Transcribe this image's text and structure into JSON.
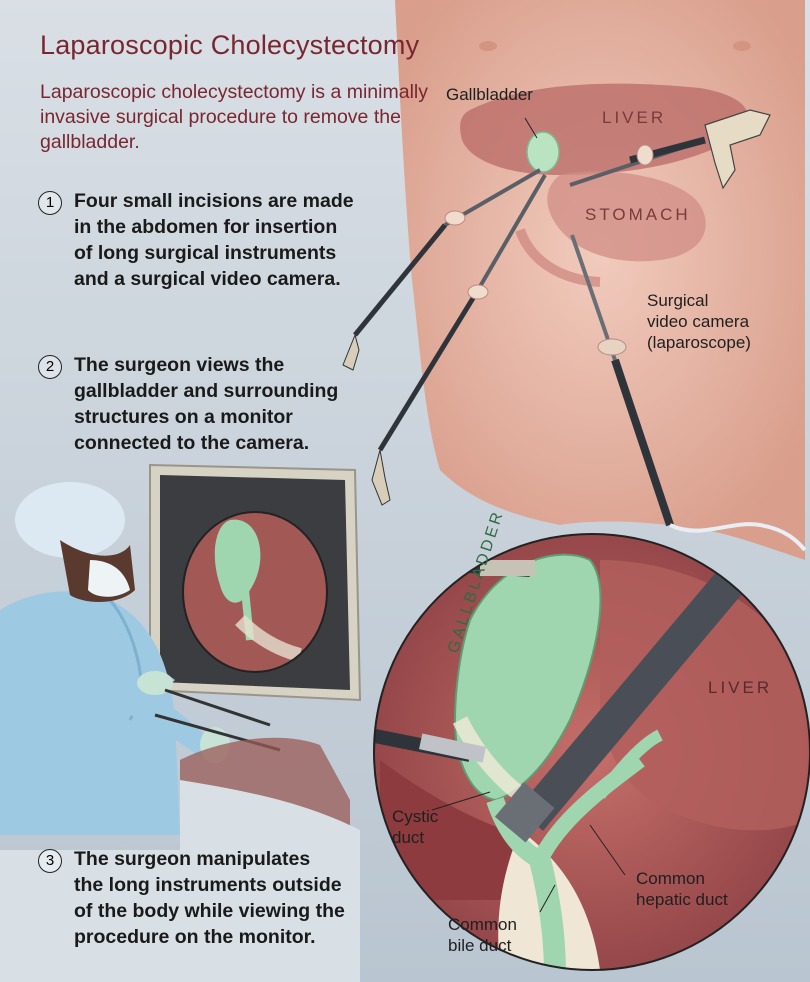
{
  "title": "Laparoscopic Cholecystectomy",
  "intro": "Laparoscopic cholecystectomy is a minimally invasive surgical procedure to remove the gallbladder.",
  "steps": [
    {
      "number": "1",
      "lines": [
        "Four small incisions are made",
        "in the abdomen for insertion",
        "of long surgical instruments",
        "and a surgical video camera."
      ]
    },
    {
      "number": "2",
      "lines": [
        "The surgeon views the",
        "gallbladder and surrounding",
        "structures on a monitor",
        "connected to the camera."
      ]
    },
    {
      "number": "3",
      "lines": [
        "The surgeon manipulates",
        "the long instruments outside",
        "of the body while viewing the",
        "procedure on the monitor."
      ]
    }
  ],
  "labels": {
    "gallbladder_top": "Gallbladder",
    "liver_top": "LIVER",
    "stomach": "STOMACH",
    "camera": [
      "Surgical",
      "video camera",
      "(laparoscope)"
    ],
    "gallbladder_inset": "GALLBLADDER",
    "liver_inset": "LIVER",
    "cystic_duct": [
      "Cystic",
      "duct"
    ],
    "common_hepatic_duct": [
      "Common",
      "hepatic duct"
    ],
    "common_bile_duct": [
      "Common",
      "bile duct"
    ]
  },
  "colors": {
    "title": "#7a2630",
    "background": "#c9d3dc",
    "skin": "#e6b7a7",
    "liver": "#a85a58",
    "gallbladder": "#9fd6b0",
    "instrument": "#3a3f47"
  }
}
